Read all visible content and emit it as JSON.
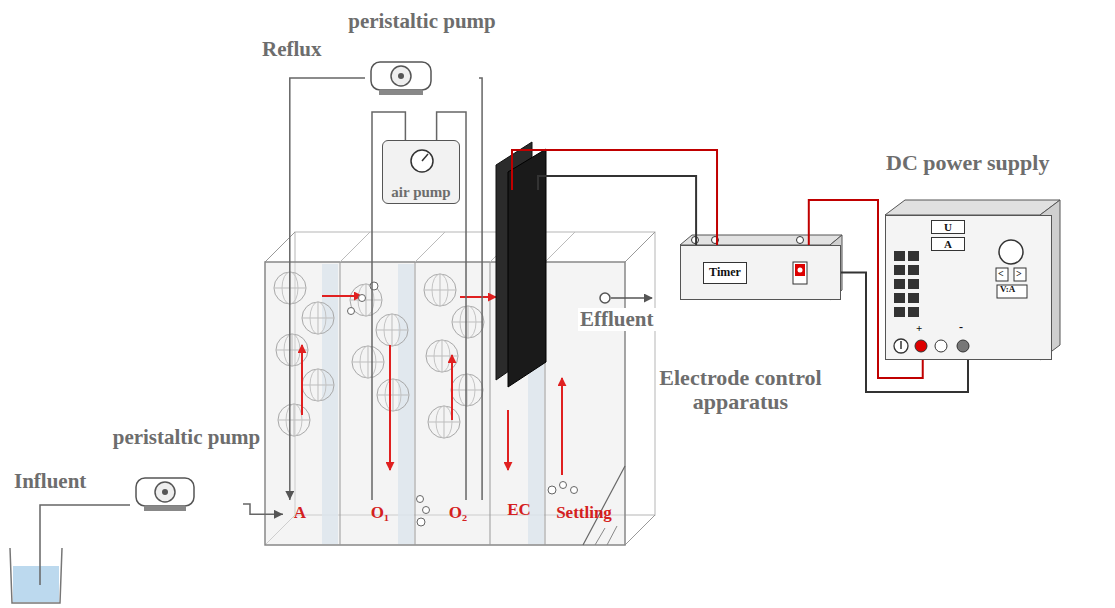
{
  "diagram": {
    "nodes": [
      {
        "text": [
          "peristaltic pump"
        ]
      },
      {
        "text": [
          "air pump"
        ]
      },
      {
        "text": [
          "Electrode control apparatus"
        ]
      },
      {
        "text": [
          "Timer"
        ],
        "in": 2
      },
      {
        "text": [
          "DC power supply"
        ]
      },
      {
        "text": [
          "U"
        ],
        "in": 4
      },
      {
        "text": [
          "A"
        ],
        "in": 4
      },
      {
        "text": [
          "peristaltic pump"
        ]
      },
      {
        "text": [
          "A"
        ]
      },
      {
        "text": [
          "O₁"
        ]
      },
      {
        "text": [
          "O₂"
        ]
      },
      {
        "text": [
          "EC"
        ]
      },
      {
        "text": [
          "Settling"
        ]
      }
    ],
    "edges": [
      {
        "from": 7,
        "to": 8,
        "arrow": "to"
      },
      {
        "from": 0,
        "to": 8,
        "arrow": "to"
      },
      {
        "from": 10,
        "to": 0,
        "arrow": "none"
      },
      {
        "from": 1,
        "to": 9,
        "arrow": "none"
      },
      {
        "from": 1,
        "to": 10,
        "arrow": "none"
      },
      {
        "from": 11,
        "to": 2,
        "arrow": "none"
      },
      {
        "from": 11,
        "to": 2,
        "arrow": "none"
      },
      {
        "from": 2,
        "to": 4,
        "arrow": "none"
      },
      {
        "from": 2,
        "to": 4,
        "arrow": "none"
      }
    ],
    "labels": [
      "Reflux",
      "Effluent",
      "Influent",
      "V:A",
      "<",
      ">",
      "+",
      "-"
    ]
  }
}
